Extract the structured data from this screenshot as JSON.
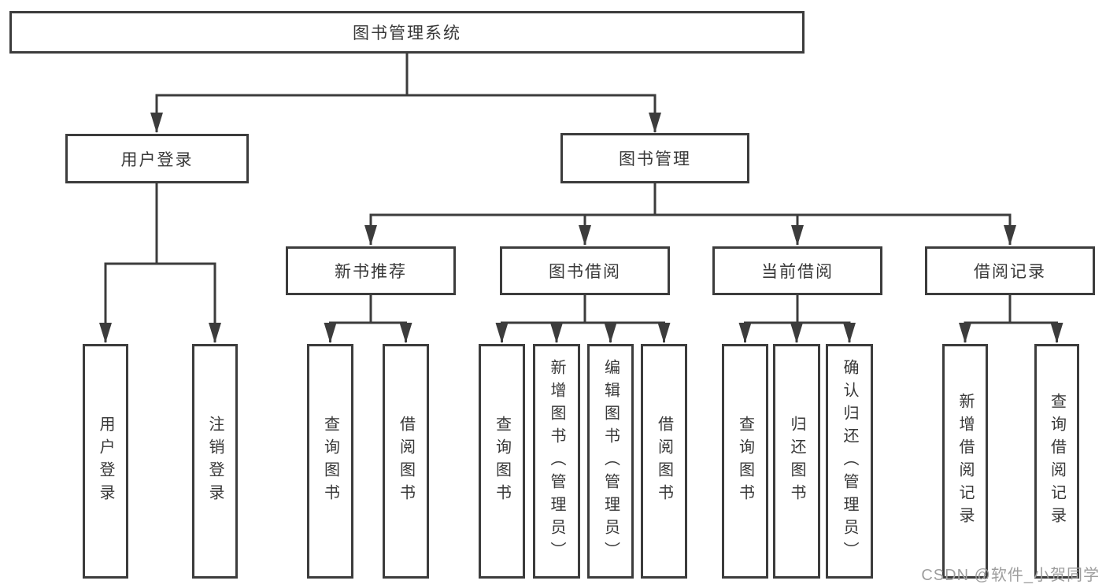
{
  "nodes": {
    "root": "图书管理系统",
    "level2": [
      "用户登录",
      "图书管理"
    ],
    "level3": [
      "新书推荐",
      "图书借阅",
      "当前借阅",
      "借阅记录"
    ],
    "leaves": {
      "user": [
        "用户登录",
        "注销登录"
      ],
      "recommend": [
        "查询图书",
        "借阅图书"
      ],
      "borrow": [
        "查询图书",
        "新增图书（管理员）",
        "编辑图书（管理员）",
        "借阅图书"
      ],
      "current": [
        "查询图书",
        "归还图书",
        "确认归还（管理员）"
      ],
      "records": [
        "新增借阅记录",
        "查询借阅记录"
      ]
    }
  },
  "watermark": "CSDN @软件_小贺同学",
  "colors": {
    "line": "#3c3c3c",
    "text": "#383838",
    "watermark": "#9e9e9e",
    "background": "#ffffff"
  }
}
